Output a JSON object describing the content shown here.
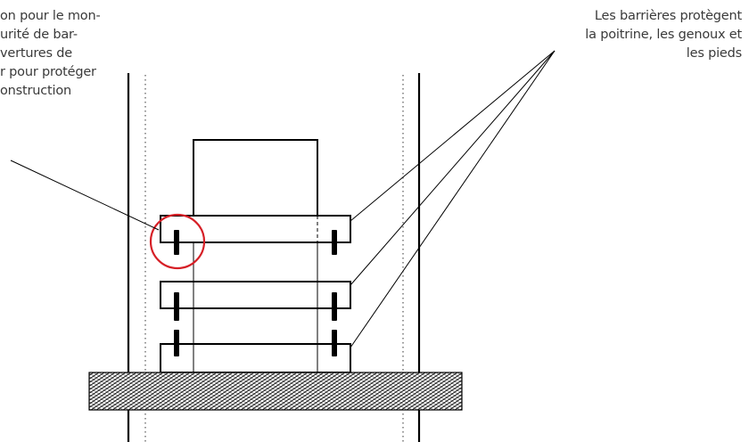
{
  "labels": {
    "left": [
      "on pour le mon-",
      "urité de bar-",
      "vertures de",
      "r pour protéger",
      "onstruction"
    ],
    "right": [
      "Les barrières protègent",
      "la poitrine, les genoux et",
      "les pieds"
    ]
  },
  "colors": {
    "line": "#000000",
    "highlight": "#d62027",
    "text": "#3a3a3a"
  }
}
